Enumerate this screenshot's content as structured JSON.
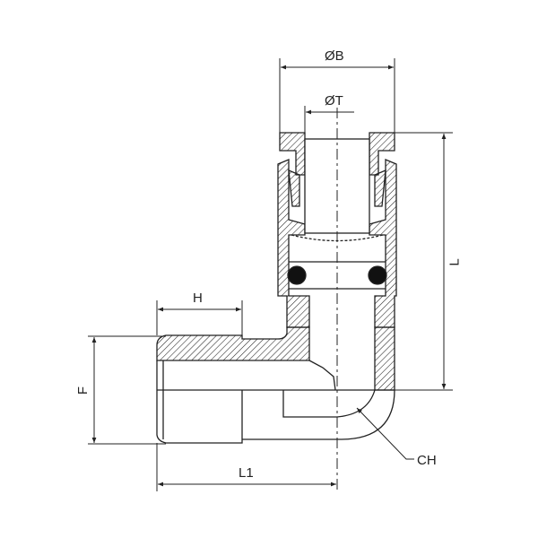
{
  "drawing": {
    "title": "Push-in elbow fitting, male thread",
    "dimensions": {
      "outer_diameter": "ØB",
      "tube_diameter": "ØT",
      "length": "L",
      "thread_length": "H",
      "height": "F",
      "length_l1": "L1",
      "hex": "CH"
    },
    "colors": {
      "line": "#222222",
      "oring": "#111111",
      "background": "#ffffff"
    }
  }
}
